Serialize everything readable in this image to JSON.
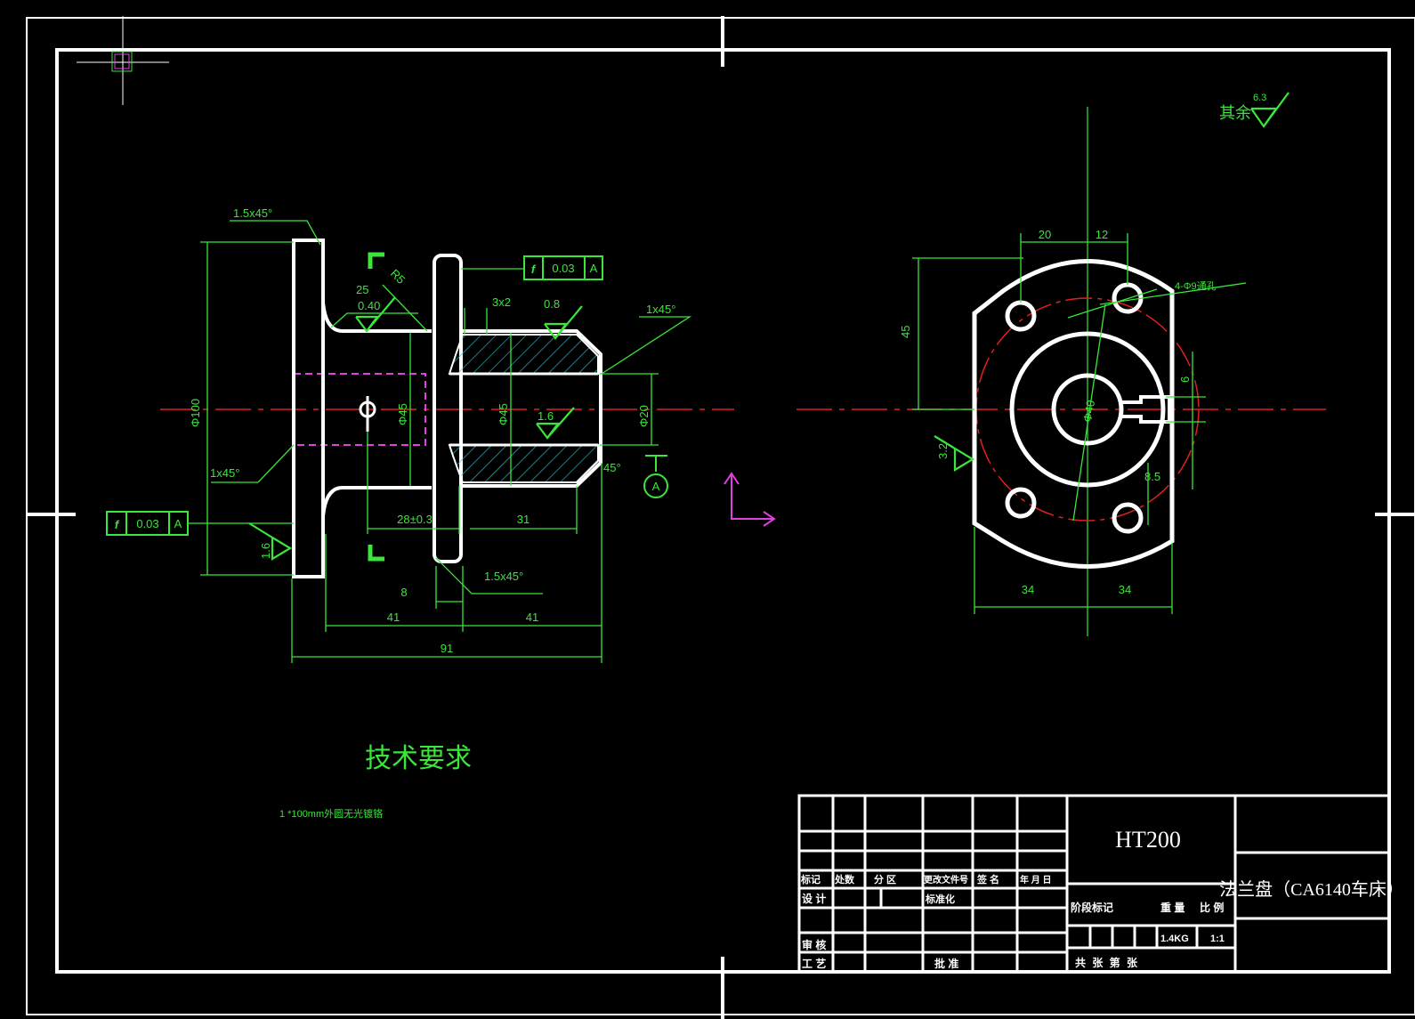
{
  "roughness_note": {
    "label": "其余",
    "value": "6.3"
  },
  "tech_req": {
    "title": "技术要求",
    "item": "1 *100mm外圆无光镀铬"
  },
  "title_block": {
    "material": "HT200",
    "part_name": "法兰盘（CA6140车床）",
    "hdr": [
      "标记",
      "处数",
      "分 区",
      "更改文件号",
      "签 名",
      "年 月 日"
    ],
    "design": "设 计",
    "standard": "标准化",
    "check": "审 核",
    "process": "工 艺",
    "approve": "批 准",
    "stage": "阶段标记",
    "weight_label": "重 量",
    "scale_label": "比 例",
    "weight": "1.4KG",
    "scale": "1:1",
    "sheets": "共  张  第  张"
  },
  "left_view": {
    "chamfer_top": "1.5x45°",
    "chamfer_r": "1x45°",
    "chamfer_l": "1x45°",
    "chamfer_b": "1.5x45°",
    "chamfer_45": "45°",
    "groove": "3x2",
    "r25": "R5",
    "dim_25": "25",
    "ra_040": "0.40",
    "ra_08": "0.8",
    "ra_16a": "1.6",
    "ra_16b": "1.6",
    "tol_top": {
      "sym": "f",
      "val": "0.03",
      "ref": "A"
    },
    "tol_left": {
      "sym": "f",
      "val": "0.03",
      "ref": "A"
    },
    "datum": "A",
    "d100": "Φ100",
    "d45a": "Φ45",
    "d45b": "Φ45",
    "d20": "Φ20",
    "d28": "28±0.3",
    "d31": "31",
    "d8": "8",
    "d41a": "41",
    "d41b": "41",
    "d91": "91"
  },
  "right_view": {
    "d20": "20",
    "d12": "12",
    "d45": "45",
    "holes": "4-Φ9通孔",
    "d6": "6",
    "dia": "Φ40",
    "ra32": "3.2",
    "d85": "8.5",
    "d34a": "34",
    "d34b": "34"
  }
}
